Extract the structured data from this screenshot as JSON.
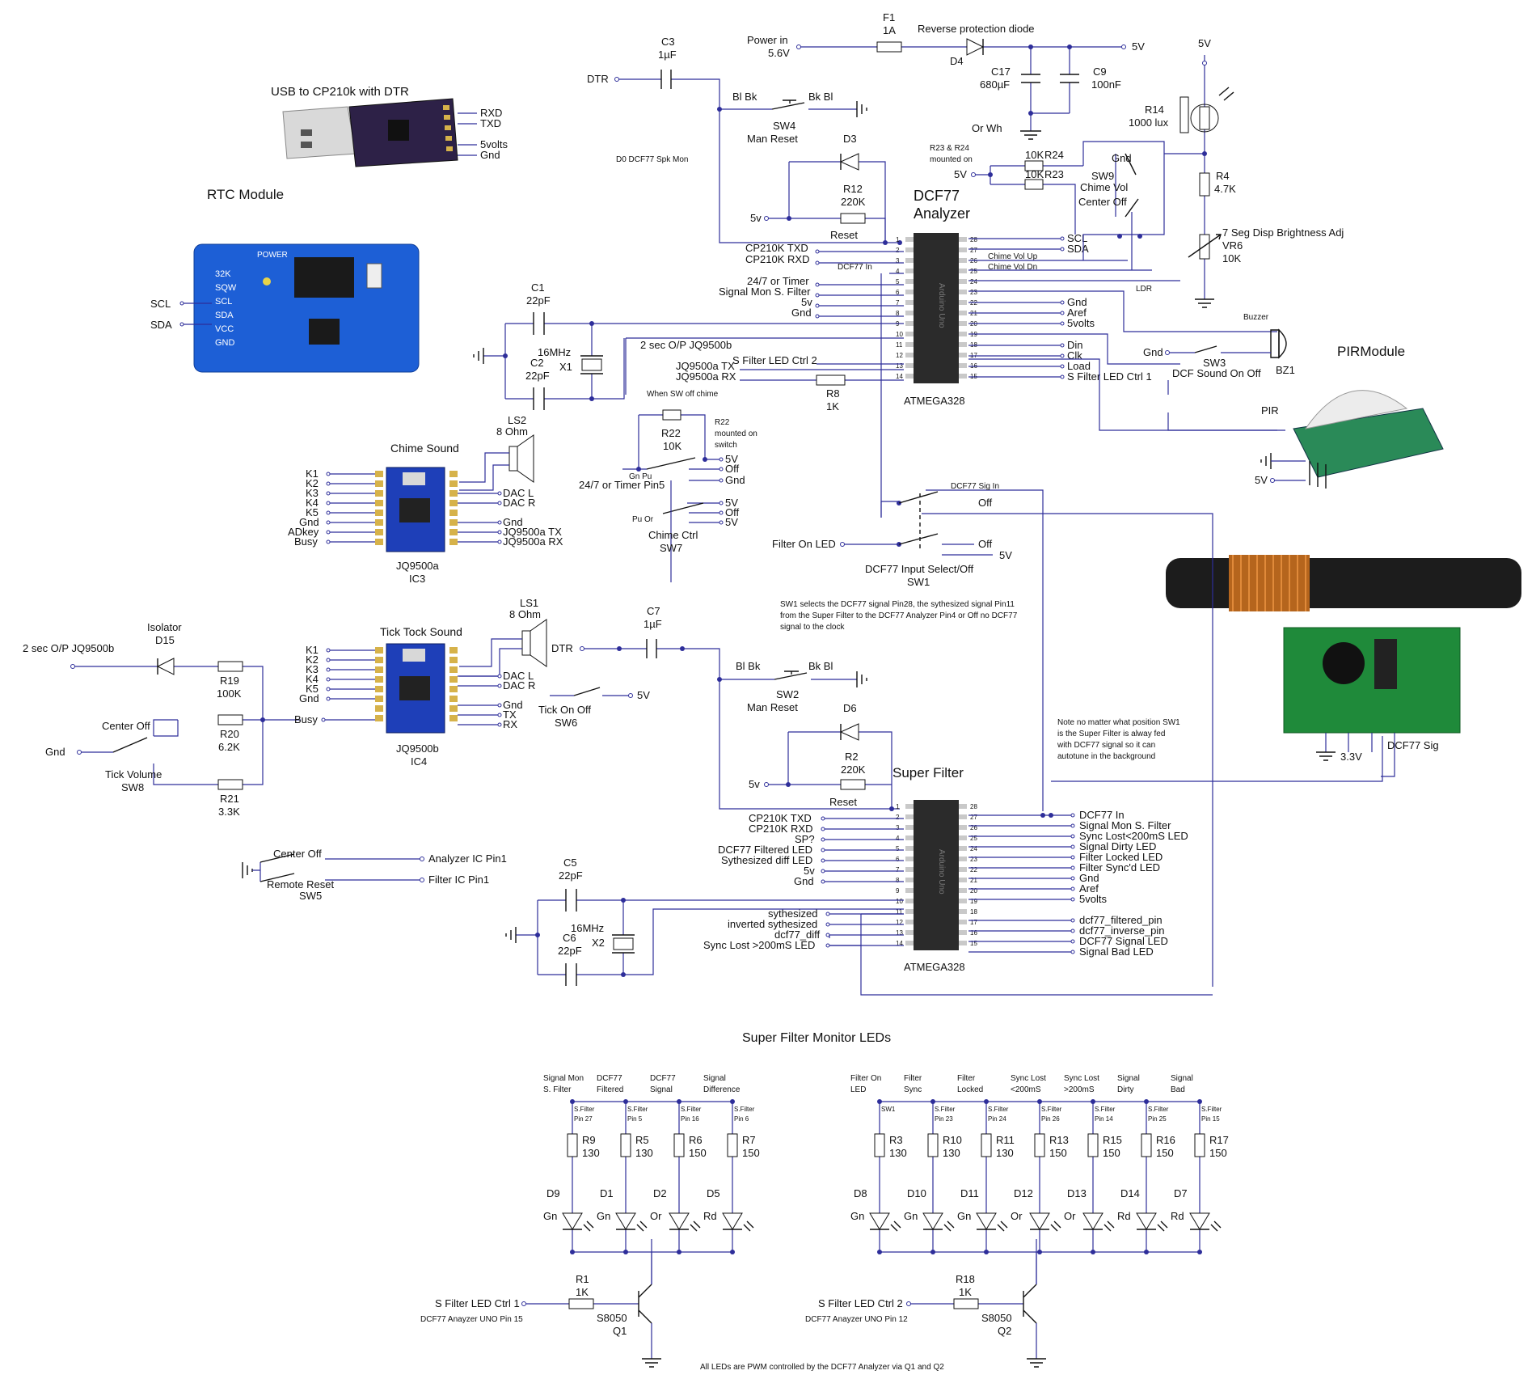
{
  "usb": {
    "title": "USB to CP210k with DTR",
    "pins": [
      "RXD",
      "TXD",
      "5volts",
      "Gnd"
    ]
  },
  "rtc": {
    "title": "RTC Module",
    "pins": [
      "SCL",
      "SDA"
    ],
    "board_labels": [
      "32K",
      "SQW",
      "SCL",
      "SDA",
      "VCC",
      "GND"
    ],
    "power": "POWER"
  },
  "pir": {
    "title": "PIRModule",
    "pin_label": "PIR",
    "supply": "5V"
  },
  "antenna": {
    "sig": "DCF77 Sig",
    "supply": "3.3V"
  },
  "analyzer": {
    "title": [
      "DCF77",
      "Analyzer"
    ],
    "chip": "ATMEGA328",
    "body": "Arduino Uno",
    "left": [
      "Reset",
      "CP210K TXD",
      "CP210K RXD",
      "DCF77 In",
      "24/7 or Timer",
      "Signal Mon S. Filter",
      "5v",
      "Gnd",
      "",
      "",
      "2 sec O/P JQ9500b",
      "S Filter LED Ctrl 2",
      "JQ9500a TX",
      "JQ9500a RX"
    ],
    "right": [
      "SCL",
      "SDA",
      "Chime Vol Up",
      "Chime Vol Dn",
      "LDR",
      "",
      "Gnd",
      "Aref",
      "5volts",
      "",
      "Din",
      "Clk",
      "Load",
      "S Filter LED Ctrl 1"
    ]
  },
  "superfilter": {
    "title": "Super Filter",
    "chip": "ATMEGA328",
    "body": "Arduino Uno",
    "left": [
      "Reset",
      "CP210K TXD",
      "CP210K RXD",
      "SP?",
      "DCF77 Filtered LED",
      "Sythesized diff LED",
      "5v",
      "Gnd",
      "",
      "",
      "sythesized",
      "inverted sythesized",
      "dcf77_diff",
      "Sync Lost >200mS LED"
    ],
    "right": [
      "DCF77 In",
      "Signal Mon S. Filter",
      "Sync Lost<200mS LED",
      "Signal Dirty LED",
      "Filter Locked LED",
      "Filter Sync'd LED",
      "Gnd",
      "Aref",
      "5volts",
      "",
      "dcf77_filtered_pin",
      "dcf77_inverse_pin",
      "DCF77 Signal LED",
      "Signal Bad LED"
    ]
  },
  "power": {
    "in": "Power in",
    "in_v": "5.6V",
    "fuse": "F1",
    "fuse_v": "1A",
    "diode": "Reverse protection diode",
    "d4": "D4",
    "c17": "C17",
    "c17_v": "680µF",
    "c9": "C9",
    "c9_v": "100nF",
    "out": "5V"
  },
  "top": {
    "c3": "C3",
    "c3_v": "1µF",
    "dtr": "DTR",
    "bl_bk": "Bl Bk",
    "bk_bl": "Bk Bl",
    "sw4": "SW4",
    "man_reset": "Man Reset",
    "d3": "D3",
    "r12": "R12",
    "r12_v": "220K",
    "fivev": "5v",
    "reset": "Reset",
    "spk": "D0 DCF77 Spk Mon",
    "c1": "C1",
    "c1_v": "22pF",
    "c2": "C2",
    "c2_v": "22pF",
    "x1": "X1",
    "x1_v": "16MHz",
    "r8": "R8",
    "r8_v": "1K",
    "sw_off": "When SW off chime"
  },
  "vol": {
    "r23_24": "R23 & R24",
    "mounted": "mounted on",
    "fivev": "5V",
    "r24": "R24",
    "r24_v": "10K",
    "r23": "R23",
    "r23_v": "10K",
    "gnd": "Gnd",
    "sw9": "SW9",
    "chime_vol": "Chime Vol",
    "center_off": "Center Off",
    "or_wh": "Or Wh"
  },
  "ldr": {
    "fivev": "5V",
    "r14": "R14",
    "r14_v": "1000 lux",
    "r4": "R4",
    "r4_v": "4.7K",
    "vr6_t": "7 Seg Disp Brightness Adj",
    "vr6": "VR6",
    "vr6_v": "10K"
  },
  "buzzer": {
    "title": "Buzzer",
    "bz1": "BZ1",
    "gnd": "Gnd",
    "sw3": "SW3",
    "sw3_d": "DCF Sound On Off"
  },
  "chime": {
    "title": "Chime Sound",
    "ls2": "LS2",
    "ls2_v": "8 Ohm",
    "ic": "JQ9500a",
    "ic_n": "IC3",
    "left": [
      "K1",
      "K2",
      "K3",
      "K4",
      "K5",
      "Gnd",
      "ADkey",
      "Busy"
    ],
    "right": [
      "DAC L",
      "DAC R",
      "Gnd",
      "JQ9500a TX",
      "JQ9500a RX"
    ],
    "sw7": "SW7",
    "sw7_t": "Chime Ctrl",
    "r22": "R22",
    "r22_v": "10K",
    "r22_note": [
      "R22",
      "mounted on",
      "switch"
    ],
    "timer": "24/7 or Timer Pin5",
    "gn_pu": "Gn Pu",
    "pu_or": "Pu Or",
    "pos": [
      "5V",
      "Off",
      "Gnd",
      "5V",
      "Off",
      "5V"
    ]
  },
  "tick": {
    "title": "Tick Tock Sound",
    "ls1": "LS1",
    "ls1_v": "8 Ohm",
    "ic": "JQ9500b",
    "ic_n": "IC4",
    "left": [
      "K1",
      "K2",
      "K3",
      "K4",
      "K5",
      "Gnd"
    ],
    "right": [
      "DAC L",
      "DAC R",
      "Gnd",
      "TX",
      "RX"
    ],
    "busy": "Busy",
    "sw6": "SW6",
    "sw6_t": "Tick On Off",
    "fivev": "5V",
    "c7": "C7",
    "c7_v": "1µF",
    "dtr": "DTR",
    "bl_bk": "Bl Bk",
    "bk_bl": "Bk Bl",
    "sw2": "SW2",
    "man_reset": "Man Reset",
    "d6": "D6",
    "r2": "R2",
    "r2_v": "220K",
    "fivev2": "5v",
    "reset": "Reset"
  },
  "vol8": {
    "isolator": "Isolator",
    "d15": "D15",
    "two_sec": "2 sec O/P JQ9500b",
    "r19": "R19",
    "r19_v": "100K",
    "r20": "R20",
    "r20_v": "6.2K",
    "r21": "R21",
    "r21_v": "3.3K",
    "center_off": "Center Off",
    "gnd": "Gnd",
    "tick_vol": "Tick Volume",
    "sw8": "SW8"
  },
  "sw1": {
    "sig_in": "DCF77 Sig In",
    "off": "Off",
    "off2": "Off",
    "fivev": "5V",
    "filter_on": "Filter On  LED",
    "title": "DCF77 Input Select/Off",
    "name": "SW1",
    "note": [
      "SW1 selects the DCF77 signal Pin28, the sythesized signal Pin11",
      "from the Super Filter  to the DCF77 Analyzer Pin4 or Off no DCF77",
      "signal to the clock"
    ]
  },
  "note2": [
    "Note no matter what position SW1",
    "is the Super Filter is alway fed",
    "with DCF77 signal so it can",
    "autotune in the background"
  ],
  "sw5": {
    "center_off": "Center Off",
    "remote": "Remote Reset",
    "name": "SW5",
    "a": "Analyzer IC Pin1",
    "f": "Filter IC Pin1"
  },
  "sf_xtal": {
    "c5": "C5",
    "c5_v": "22pF",
    "c6": "C6",
    "c6_v": "22pF",
    "x2": "X2",
    "x2_v": "16MHz"
  },
  "leds": {
    "title": "Super Filter Monitor LEDs",
    "group1": [
      {
        "head": [
          "Signal Mon",
          "S. Filter"
        ],
        "pin": [
          "S.Filter",
          "Pin 27"
        ],
        "r": "R9",
        "rv": "130",
        "d": "D9",
        "c": "Gn"
      },
      {
        "head": [
          "DCF77",
          "Filtered"
        ],
        "pin": [
          "S.Filter",
          "Pin 5"
        ],
        "r": "R5",
        "rv": "130",
        "d": "D1",
        "c": "Gn"
      },
      {
        "head": [
          "DCF77",
          "Signal"
        ],
        "pin": [
          "S.Filter",
          "Pin 16"
        ],
        "r": "R6",
        "rv": "150",
        "d": "D2",
        "c": "Or"
      },
      {
        "head": [
          "Signal",
          "Difference"
        ],
        "pin": [
          "S.Filter",
          "Pin 6"
        ],
        "r": "R7",
        "rv": "150",
        "d": "D5",
        "c": "Rd"
      }
    ],
    "group2": [
      {
        "head": [
          "Filter On",
          "LED"
        ],
        "pin": [
          "SW1",
          ""
        ],
        "r": "R3",
        "rv": "130",
        "d": "D8",
        "c": "Gn"
      },
      {
        "head": [
          "Filter",
          "Sync"
        ],
        "pin": [
          "S.Filter",
          "Pin 23"
        ],
        "r": "R10",
        "rv": "130",
        "d": "D10",
        "c": "Gn"
      },
      {
        "head": [
          "Filter",
          "Locked"
        ],
        "pin": [
          "S.Filter",
          "Pin 24"
        ],
        "r": "R11",
        "rv": "130",
        "d": "D11",
        "c": "Gn"
      },
      {
        "head": [
          "Sync Lost",
          "<200mS"
        ],
        "pin": [
          "S.Filter",
          "Pin 26"
        ],
        "r": "R13",
        "rv": "150",
        "d": "D12",
        "c": "Or"
      },
      {
        "head": [
          "Sync Lost",
          ">200mS"
        ],
        "pin": [
          "S.Filter",
          "Pin 14"
        ],
        "r": "R15",
        "rv": "150",
        "d": "D13",
        "c": "Or"
      },
      {
        "head": [
          "Signal",
          "Dirty"
        ],
        "pin": [
          "S.Filter",
          "Pin 25"
        ],
        "r": "R16",
        "rv": "150",
        "d": "D14",
        "c": "Rd"
      },
      {
        "head": [
          "Signal",
          "Bad"
        ],
        "pin": [
          "S.Filter",
          "Pin 15"
        ],
        "r": "R17",
        "rv": "150",
        "d": "D7",
        "c": "Rd"
      }
    ],
    "q1": {
      "ctrl": "S Filter LED Ctrl 1",
      "from": "DCF77 Anayzer UNO Pin 15",
      "r": "R1",
      "rv": "1K",
      "q": "S8050",
      "qn": "Q1"
    },
    "q2": {
      "ctrl": "S Filter LED Ctrl 2",
      "from": "DCF77 Anayzer UNO Pin 12",
      "r": "R18",
      "rv": "1K",
      "q": "S8050",
      "qn": "Q2"
    },
    "note": "All LEDs are PWM controlled by the DCF77 Analyzer via Q1 and Q2"
  },
  "colors": {
    "wire": "#2e2e9a",
    "board_blue": "#1d5fd6",
    "module_blue": "#1e3fb8",
    "chip": "#2b2b2b",
    "pcb_green": "#1f8a3a",
    "copper": "#b5651d"
  }
}
